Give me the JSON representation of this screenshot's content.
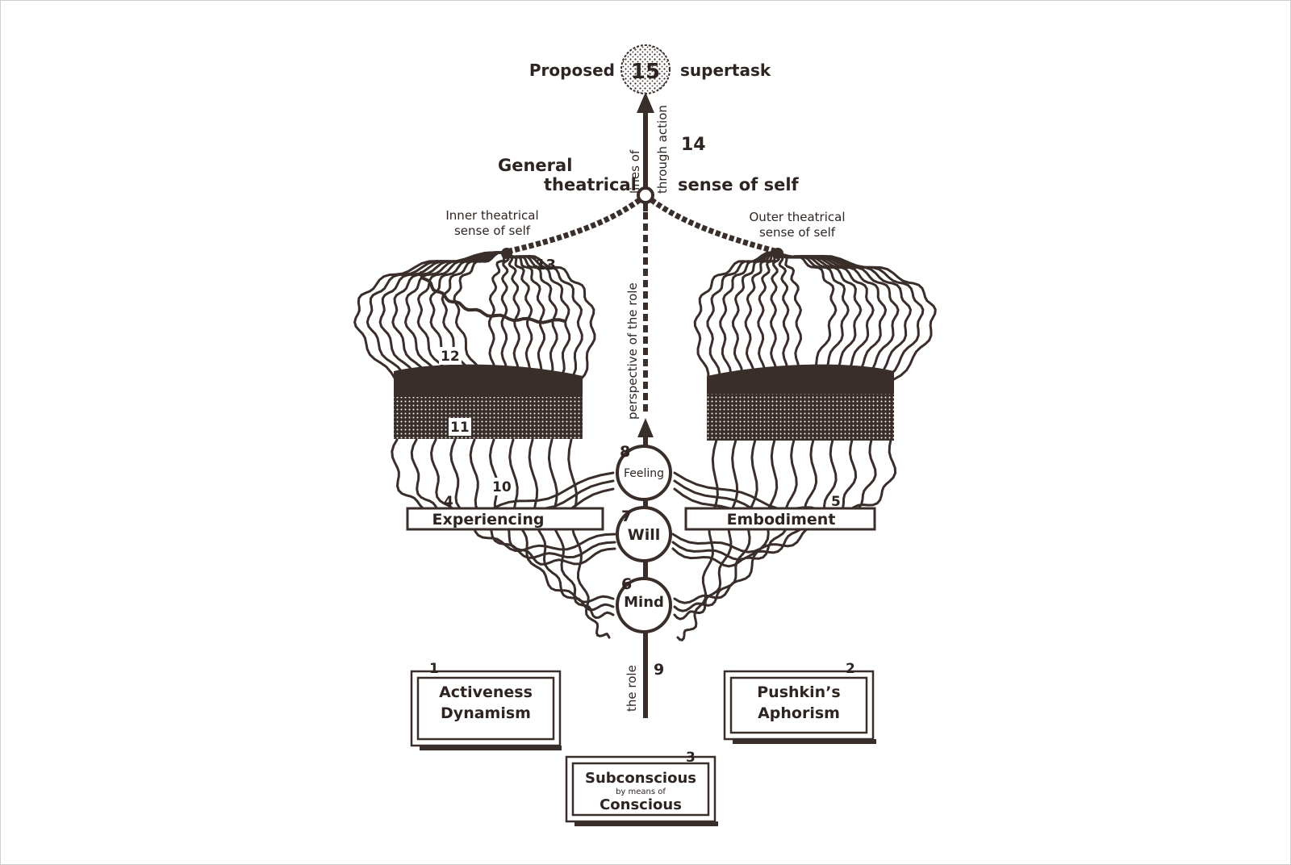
{
  "diagram": {
    "ink_color": "#3a2e2a",
    "labels": {
      "proposed": "Proposed",
      "supertask": "supertask",
      "n15": "15",
      "lines_of": "lines of",
      "through_action": "through action",
      "n14": "14",
      "general": "General",
      "theatrical": "theatrical",
      "sense_of_self": "sense of self",
      "inner_1": "Inner theatrical",
      "inner_2": "sense of self",
      "outer_1": "Outer theatrical",
      "outer_2": "sense of self",
      "n13": "13",
      "perspective": "perspective of the role",
      "n12": "12",
      "n11": "11",
      "n10": "10",
      "n8": "8",
      "feeling": "Feeling",
      "n4": "4",
      "experiencing": "Experiencing",
      "n5": "5",
      "embodiment": "Embodiment",
      "n7": "7",
      "will": "Will",
      "n6": "6",
      "mind": "Mind",
      "the_role": "the role",
      "n9": "9",
      "n1": "1",
      "box1_l1": "Activeness",
      "box1_l2": "Dynamism",
      "n2": "2",
      "box2_l1": "Pushkin’s",
      "box2_l2": "Aphorism",
      "n3": "3",
      "box3_l1": "Subconscious",
      "box3_l2": "by means of",
      "box3_l3": "Conscious"
    }
  }
}
